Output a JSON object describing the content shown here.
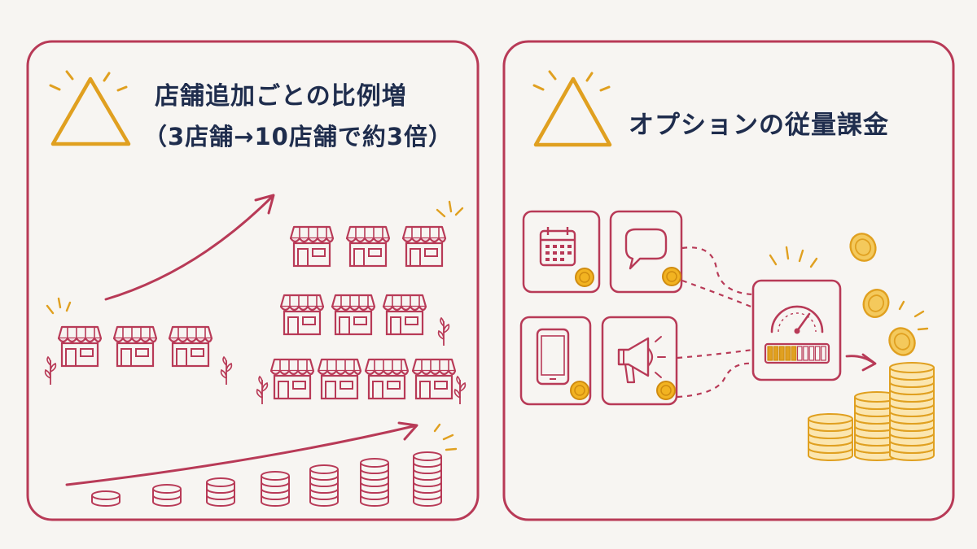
{
  "left_panel": {
    "title_line1": "店舗追加ごとの比例増",
    "title_line2": "（3店舗→10店舗で約3倍）",
    "icon": "warning-triangle-icon",
    "store_counts": {
      "before": 3,
      "after": 10
    },
    "coin_stack_heights": [
      1,
      2,
      3,
      4,
      5,
      6,
      7
    ]
  },
  "right_panel": {
    "title": "オプションの従量課金",
    "icon": "warning-triangle-icon",
    "option_icons": [
      "calendar-icon",
      "chat-bubble-icon",
      "smartphone-icon",
      "megaphone-icon"
    ],
    "meter_icon": "speedometer-icon",
    "meter_level": 0.5
  },
  "colors": {
    "frame": "#b83a57",
    "ink": "#b83a57",
    "title": "#1f2d4d",
    "accent": "#e0a020",
    "background": "#f7f5f2"
  }
}
